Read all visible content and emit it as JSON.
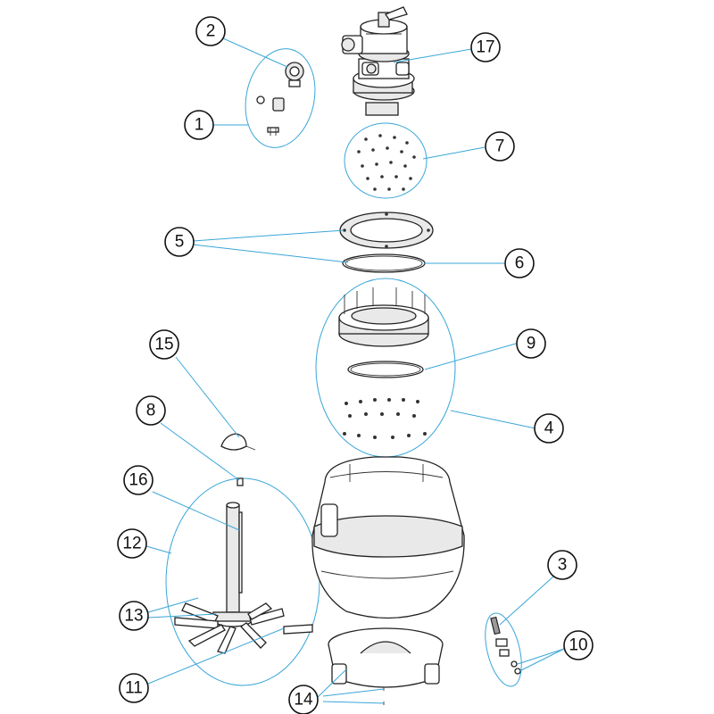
{
  "callouts": [
    {
      "id": "c1",
      "label": "1"
    },
    {
      "id": "c2",
      "label": "2"
    },
    {
      "id": "c3",
      "label": "3"
    },
    {
      "id": "c4",
      "label": "4"
    },
    {
      "id": "c5",
      "label": "5"
    },
    {
      "id": "c6",
      "label": "6"
    },
    {
      "id": "c7",
      "label": "7"
    },
    {
      "id": "c8",
      "label": "8"
    },
    {
      "id": "c9",
      "label": "9"
    },
    {
      "id": "c10",
      "label": "10"
    },
    {
      "id": "c11",
      "label": "11"
    },
    {
      "id": "c12",
      "label": "12"
    },
    {
      "id": "c13",
      "label": "13"
    },
    {
      "id": "c14",
      "label": "14"
    },
    {
      "id": "c15",
      "label": "15"
    },
    {
      "id": "c16",
      "label": "16"
    },
    {
      "id": "c17",
      "label": "17"
    }
  ],
  "colors": {
    "leader": "#3aa6d8",
    "outline": "#222222",
    "fill_light": "#e9e9e9"
  }
}
